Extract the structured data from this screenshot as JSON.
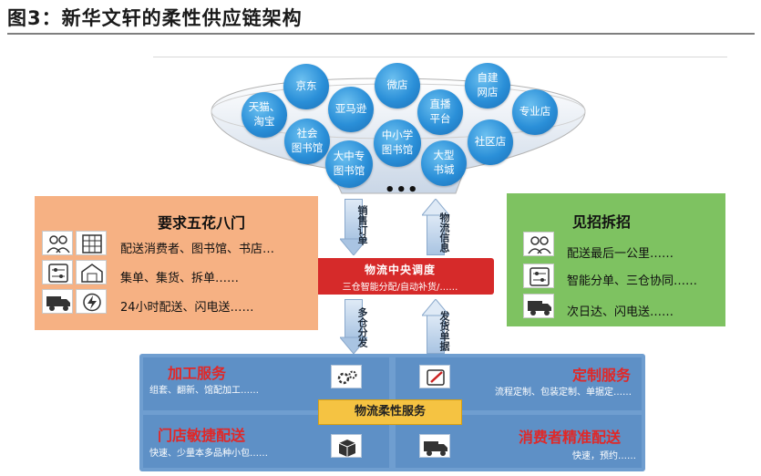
{
  "title": "图3：新华文轩的柔性供应链架构",
  "channels": [
    {
      "id": "tianmao",
      "label": "天猫、\n淘宝"
    },
    {
      "id": "jingdong",
      "label": "京东"
    },
    {
      "id": "yamaxun",
      "label": "亚马逊"
    },
    {
      "id": "weidian",
      "label": "微店"
    },
    {
      "id": "zhibo",
      "label": "直播\n平台"
    },
    {
      "id": "zijian",
      "label": "自建\n网店"
    },
    {
      "id": "zhuanye",
      "label": "专业店"
    },
    {
      "id": "shehui",
      "label": "社会\n图书馆"
    },
    {
      "id": "zhongxiaoxue",
      "label": "中小学\n图书馆"
    },
    {
      "id": "dazhongzhuan",
      "label": "大中专\n图书馆"
    },
    {
      "id": "daxing",
      "label": "大型\n书城"
    },
    {
      "id": "shequ",
      "label": "社区店"
    }
  ],
  "channels_more": "•••",
  "arrows": {
    "order_down": "销售订单",
    "logistics_up": "物流信息",
    "warehouse_down": "多仓分发",
    "delivery_up": "发货单据"
  },
  "center": {
    "title": "物流中央调度",
    "subtitle": "三仓智能分配/自动补货/……"
  },
  "left_panel": {
    "title": "要求五花八门",
    "lines": [
      "配送消费者、图书馆、书店…",
      "集单、集货、拆单……",
      "24小时配送、闪电送……"
    ],
    "icons": [
      "users-icon",
      "shelf-icon",
      "sliders-icon",
      "warehouse-icon",
      "truck-icon",
      "lightning-icon"
    ]
  },
  "right_panel": {
    "title": "见招拆招",
    "lines": [
      "配送最后一公里……",
      "智能分单、三仓协同……",
      "次日达、闪电送……"
    ],
    "icons": [
      "users-icon",
      "sliders-icon",
      "truck-icon"
    ]
  },
  "services": {
    "center": "物流柔性服务",
    "processing": {
      "title": "加工服务",
      "sub": "组套、翻新、馆配加工……"
    },
    "custom": {
      "title": "定制服务",
      "sub": "流程定制、包装定制、单据定……"
    },
    "store": {
      "title": "门店敏捷配送",
      "sub": "快速、少量本多品种小包……"
    },
    "consumer": {
      "title": "消费者精准配送",
      "sub": "快速，预约……"
    }
  },
  "colors": {
    "bubble": "#2a8fd8",
    "left_panel": "#f6b183",
    "right_panel": "#7ec261",
    "center_bar": "#d62a2a",
    "service_panel": "#6f9ed0",
    "service_title": "#e02828",
    "center_service": "#f5c342"
  }
}
